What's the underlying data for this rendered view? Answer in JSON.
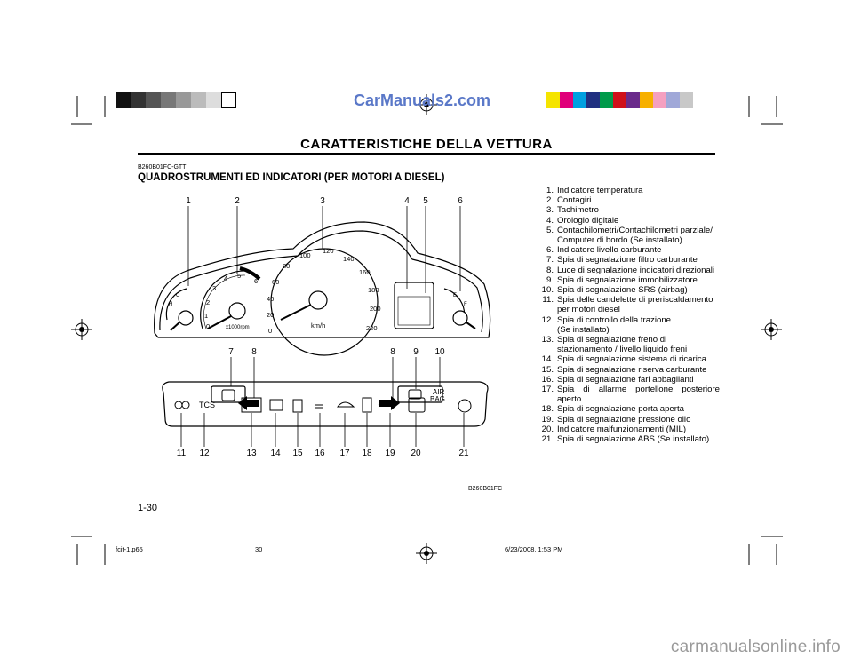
{
  "watermark_top": "CarManuals2.com",
  "watermark_bottom": "carmanualsonline.info",
  "header_title": "CARATTERISTICHE DELLA VETTURA",
  "section_code": "B260B01FC-GTT",
  "section_title": "QUADROSTRUMENTI ED INDICATORI  (PER MOTORI A DIESEL)",
  "figure_code": "B260B01FC",
  "page_number": "1-30",
  "footer": {
    "file": "fcit-1.p65",
    "page": "30",
    "date": "6/23/2008, 1:53 PM"
  },
  "colors": {
    "gray_bar": [
      "#111111",
      "#333333",
      "#555555",
      "#777777",
      "#999999",
      "#bbbbbb",
      "#dddddd",
      "#ffffff"
    ],
    "color_bar": [
      "#f5e400",
      "#e0007a",
      "#00a0e0",
      "#203080",
      "#009a4a",
      "#d0101a",
      "#6a2a8a",
      "#f7b000",
      "#f5a0c0",
      "#a0a8d8",
      "#c8c8c8"
    ]
  },
  "legend": [
    {
      "num": "1.",
      "text": "Indicatore temperatura"
    },
    {
      "num": "2.",
      "text": "Contagiri"
    },
    {
      "num": "3.",
      "text": "Tachimetro"
    },
    {
      "num": "4.",
      "text": "Orologio digitale"
    },
    {
      "num": "5.",
      "text": "Contachilometri/Contachilometri parziale/",
      "cont": "Computer di bordo (Se installato)"
    },
    {
      "num": "6.",
      "text": "Indicatore livello carburante"
    },
    {
      "num": "7.",
      "text": "Spia di segnalazione filtro carburante"
    },
    {
      "num": "8.",
      "text": "Luce di segnalazione indicatori direzionali"
    },
    {
      "num": "9.",
      "text": "Spia di segnalazione immobilizzatore"
    },
    {
      "num": "10.",
      "text": "Spia di segnalazione SRS (airbag)"
    },
    {
      "num": "11.",
      "text": "Spia delle candelette di preriscaldamento",
      "cont": "per motori diesel"
    },
    {
      "num": "12.",
      "text": "Spia di controllo della trazione",
      "cont": "(Se installato)"
    },
    {
      "num": "13.",
      "text": "Spia di segnalazione freno di",
      "cont": "stazionamento / livello liquido freni"
    },
    {
      "num": "14.",
      "text": "Spia di segnalazione sistema di ricarica"
    },
    {
      "num": "15.",
      "text": "Spia di segnalazione riserva carburante"
    },
    {
      "num": "16.",
      "text": "Spia di segnalazione fari abbaglianti"
    },
    {
      "num": "17.",
      "text": "Spia di allarme portellone posteriore aperto"
    },
    {
      "num": "18.",
      "text": "Spia di segnalazione porta aperta"
    },
    {
      "num": "19.",
      "text": "Spia di segnalazione pressione olio"
    },
    {
      "num": "20.",
      "text": "Indicatore malfunzionamenti (MIL)"
    },
    {
      "num": "21.",
      "text": "Spia di segnalazione ABS (Se installato)"
    }
  ],
  "callouts_top": [
    "1",
    "2",
    "3",
    "4",
    "5",
    "6"
  ],
  "callouts_mid": [
    "7",
    "8",
    "8",
    "9",
    "10"
  ],
  "callouts_bottom": [
    "11",
    "12",
    "13",
    "14",
    "15",
    "16",
    "17",
    "18",
    "19",
    "20",
    "21"
  ],
  "gauge_labels": {
    "speed_ticks": [
      "0",
      "20",
      "40",
      "60",
      "80",
      "100",
      "120",
      "140",
      "160",
      "180",
      "200",
      "220"
    ],
    "speed_unit": "km/h",
    "rpm_ticks": [
      "0",
      "1",
      "2",
      "3",
      "4",
      "5",
      "6"
    ],
    "rpm_unit": "x1000rpm",
    "temp_low": "C",
    "temp_high": "H",
    "fuel_low": "E",
    "fuel_high": "F"
  },
  "warning_labels": {
    "tcs": "TCS",
    "airbag_1": "AIR",
    "airbag_2": "BAG"
  }
}
